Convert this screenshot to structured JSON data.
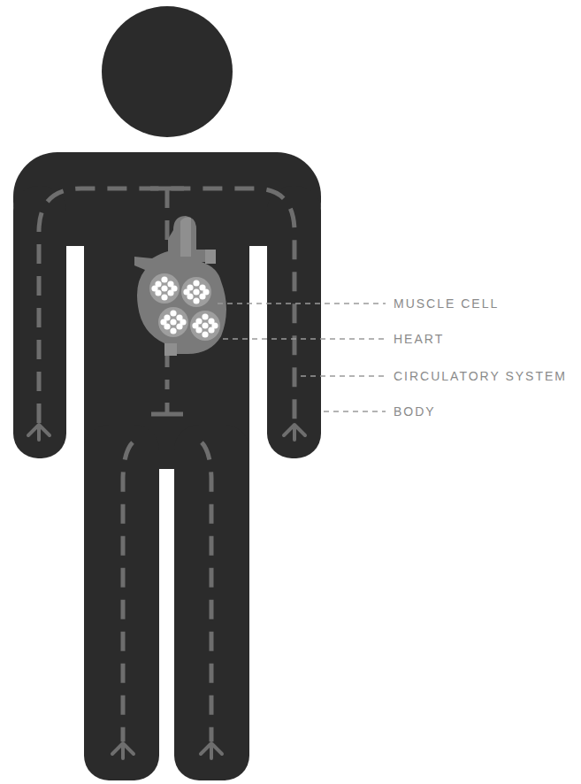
{
  "diagram": {
    "labels": [
      "MUSCLE CELL",
      "HEART",
      "CIRCULATORY SYSTEM",
      "BODY"
    ]
  }
}
